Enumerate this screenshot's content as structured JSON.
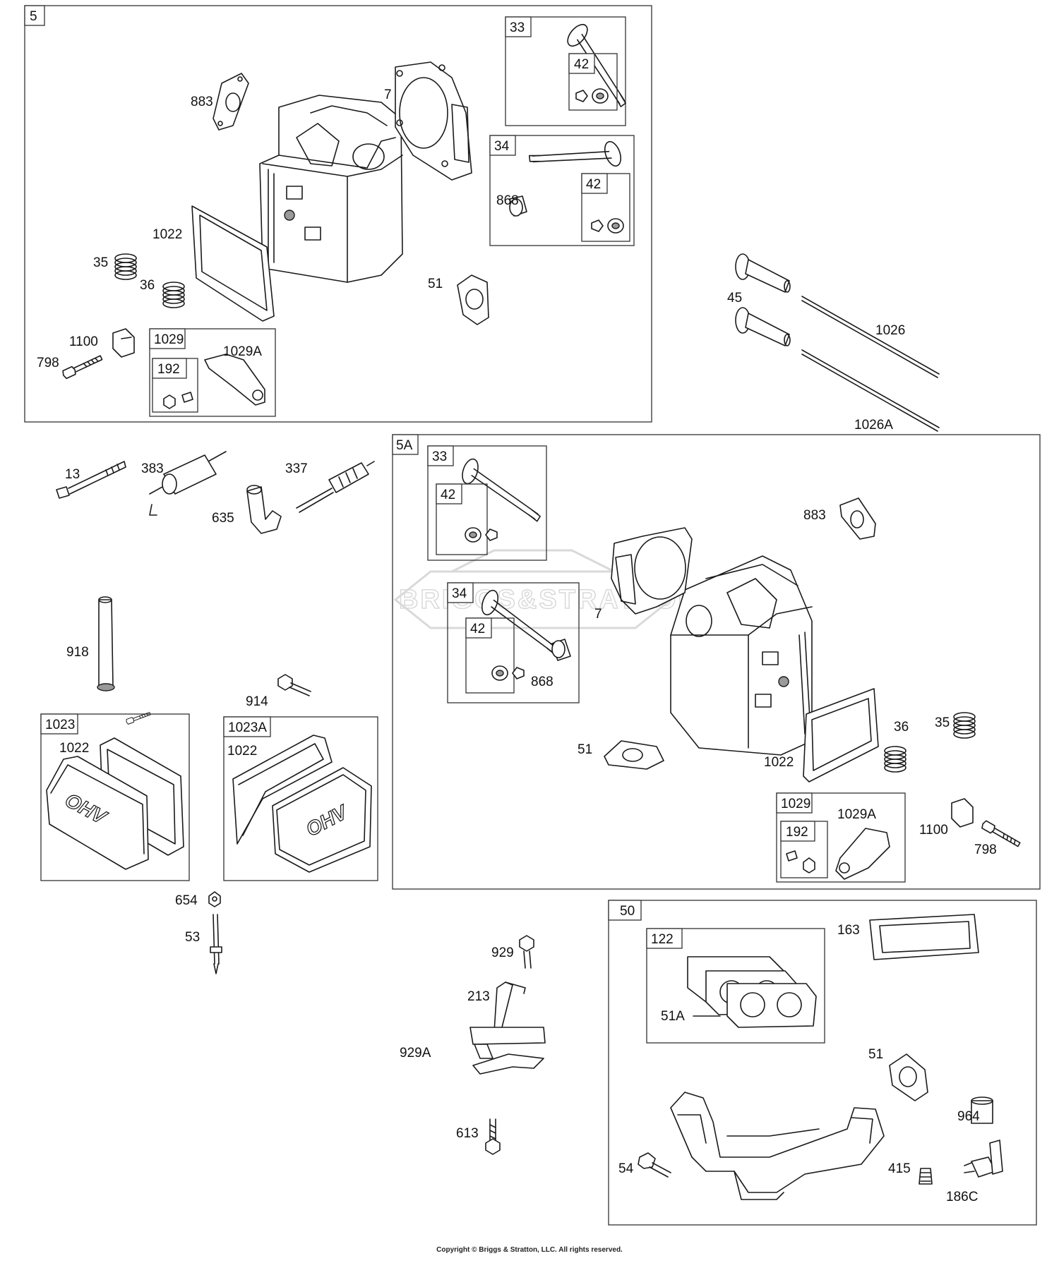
{
  "watermark": {
    "text": "BRIGGS&STRATTON"
  },
  "copyright": "Copyright © Briggs & Stratton, LLC. All rights reserved.",
  "boxes": [
    {
      "id": "5",
      "label": "5"
    },
    {
      "id": "33a",
      "label": "33"
    },
    {
      "id": "42a",
      "label": "42"
    },
    {
      "id": "34a",
      "label": "34"
    },
    {
      "id": "42b",
      "label": "42"
    },
    {
      "id": "1029a",
      "label": "1029"
    },
    {
      "id": "192a",
      "label": "192"
    },
    {
      "id": "5A",
      "label": "5A"
    },
    {
      "id": "33b",
      "label": "33"
    },
    {
      "id": "42c",
      "label": "42"
    },
    {
      "id": "34b",
      "label": "34"
    },
    {
      "id": "42d",
      "label": "42"
    },
    {
      "id": "1029b",
      "label": "1029"
    },
    {
      "id": "192b",
      "label": "192"
    },
    {
      "id": "1023",
      "label": "1023"
    },
    {
      "id": "1023A",
      "label": "1023A"
    },
    {
      "id": "50",
      "label": "50"
    },
    {
      "id": "122",
      "label": "122"
    }
  ],
  "labels": [
    {
      "id": "883a",
      "text": "883"
    },
    {
      "id": "7a",
      "text": "7"
    },
    {
      "id": "868a",
      "text": "868"
    },
    {
      "id": "1022a",
      "text": "1022"
    },
    {
      "id": "35a",
      "text": "35"
    },
    {
      "id": "36a",
      "text": "36"
    },
    {
      "id": "51a",
      "text": "51"
    },
    {
      "id": "1100a",
      "text": "1100"
    },
    {
      "id": "798a",
      "text": "798"
    },
    {
      "id": "1029Aa",
      "text": "1029A"
    },
    {
      "id": "45",
      "text": "45"
    },
    {
      "id": "1026",
      "text": "1026"
    },
    {
      "id": "1026A",
      "text": "1026A"
    },
    {
      "id": "13",
      "text": "13"
    },
    {
      "id": "383",
      "text": "383"
    },
    {
      "id": "337",
      "text": "337"
    },
    {
      "id": "635",
      "text": "635"
    },
    {
      "id": "883b",
      "text": "883"
    },
    {
      "id": "7b",
      "text": "7"
    },
    {
      "id": "868b",
      "text": "868"
    },
    {
      "id": "918",
      "text": "918"
    },
    {
      "id": "914",
      "text": "914"
    },
    {
      "id": "1022b",
      "text": "1022"
    },
    {
      "id": "1022c",
      "text": "1022"
    },
    {
      "id": "51b",
      "text": "51"
    },
    {
      "id": "36b",
      "text": "36"
    },
    {
      "id": "35b",
      "text": "35"
    },
    {
      "id": "1022d",
      "text": "1022"
    },
    {
      "id": "1029Ab",
      "text": "1029A"
    },
    {
      "id": "1100b",
      "text": "1100"
    },
    {
      "id": "798b",
      "text": "798"
    },
    {
      "id": "654",
      "text": "654"
    },
    {
      "id": "53",
      "text": "53"
    },
    {
      "id": "929",
      "text": "929"
    },
    {
      "id": "213",
      "text": "213"
    },
    {
      "id": "929A",
      "text": "929A"
    },
    {
      "id": "613",
      "text": "613"
    },
    {
      "id": "163",
      "text": "163"
    },
    {
      "id": "51Ac",
      "text": "51A"
    },
    {
      "id": "51c",
      "text": "51"
    },
    {
      "id": "964",
      "text": "964"
    },
    {
      "id": "54",
      "text": "54"
    },
    {
      "id": "415",
      "text": "415"
    },
    {
      "id": "186C",
      "text": "186C"
    }
  ],
  "ohv_badge": "OHV"
}
